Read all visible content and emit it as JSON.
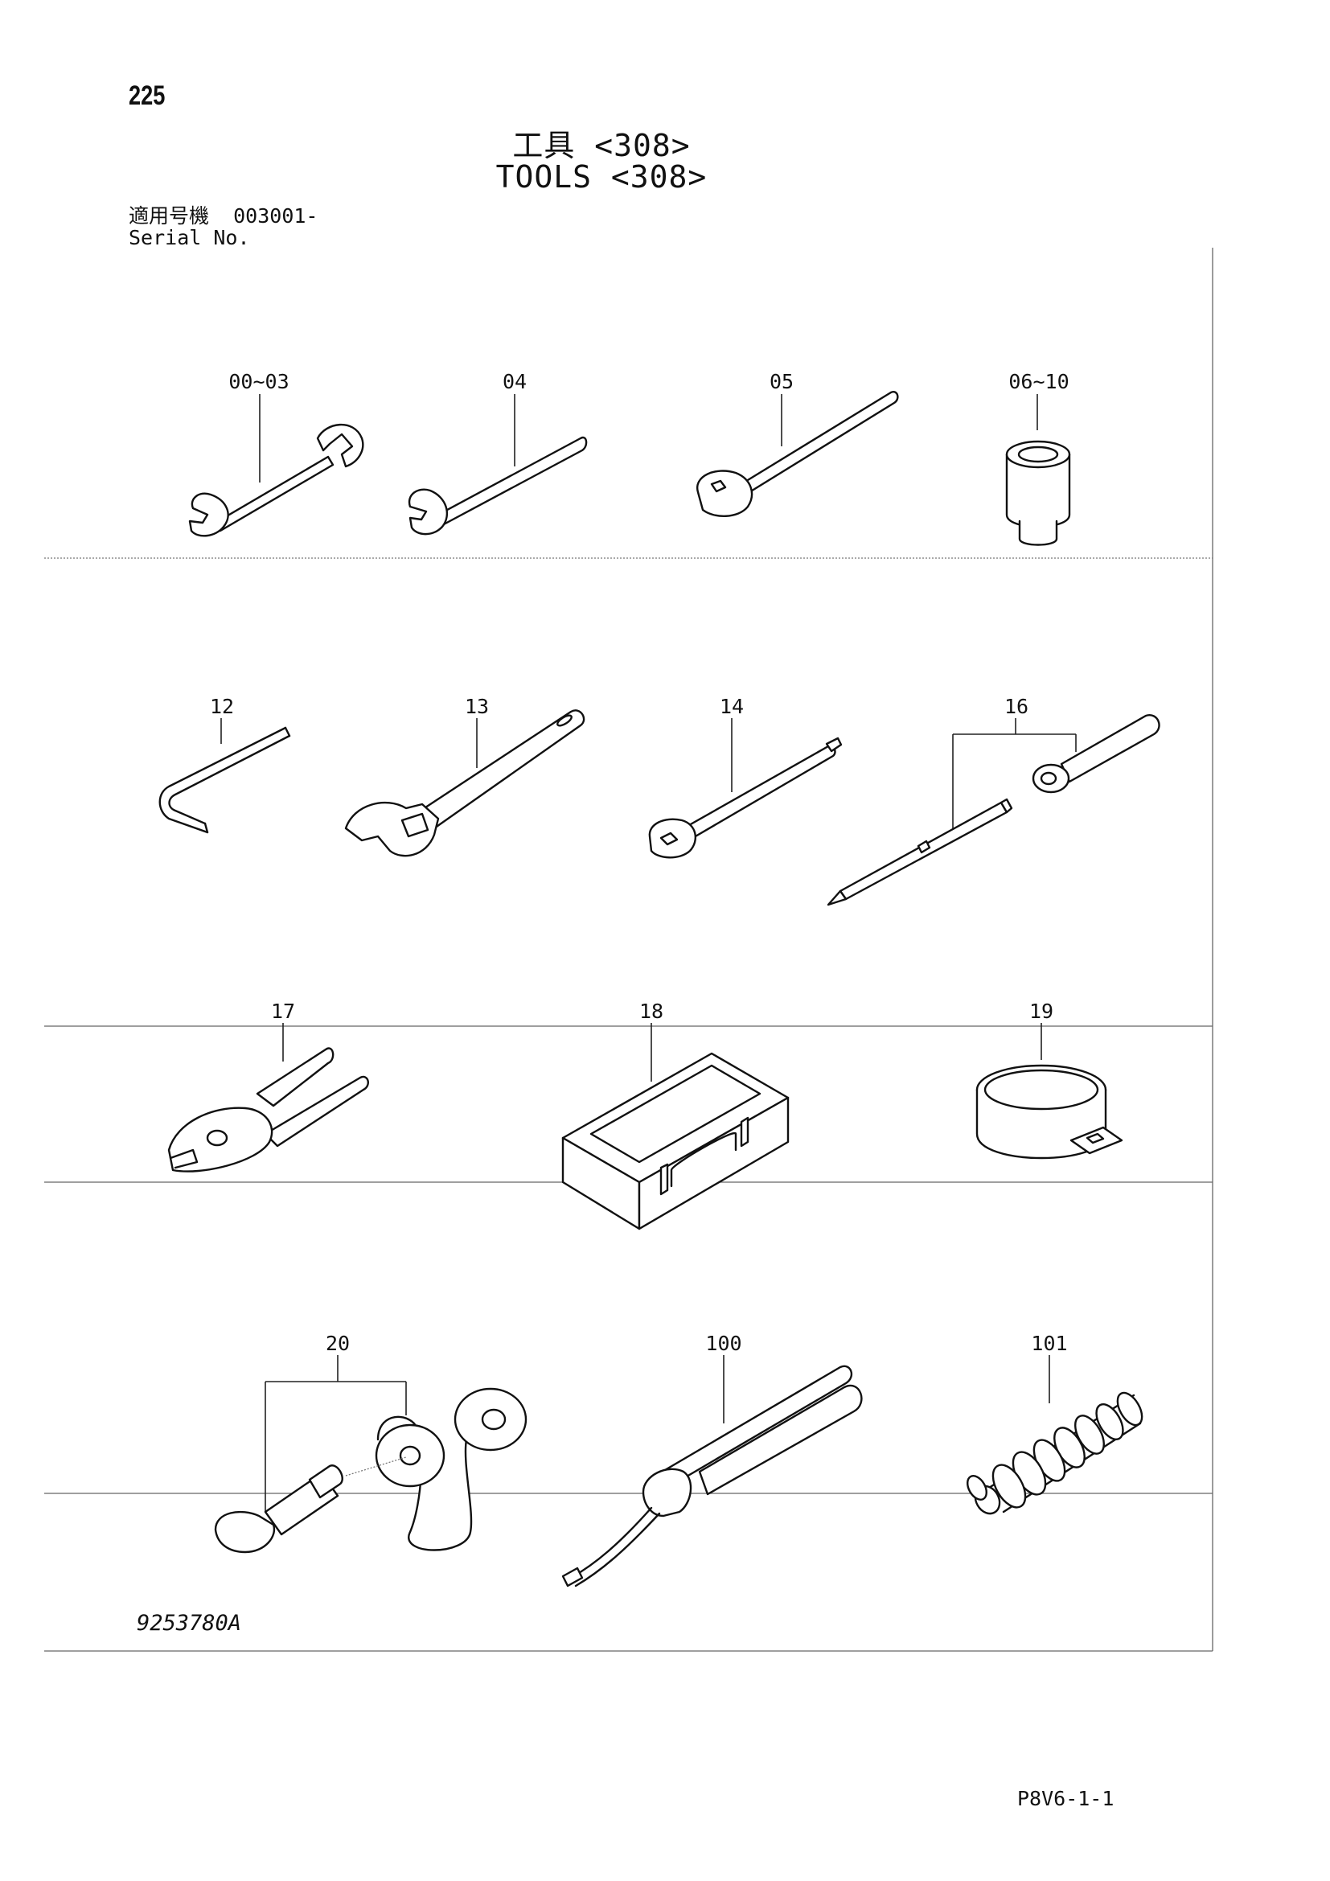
{
  "page_number": "225",
  "title_jp": "工具 <308>",
  "title_en": "TOOLS <308>",
  "serial": {
    "label_jp": "適用号機",
    "value": "003001-",
    "label_en": "Serial No."
  },
  "drawing_code": "9253780A",
  "footer_code": "P8V6-1-1",
  "callouts": [
    {
      "label": "00~03",
      "icon": "open-end-wrench-icon"
    },
    {
      "label": "04",
      "icon": "single-open-wrench-icon"
    },
    {
      "label": "05",
      "icon": "ratchet-handle-icon"
    },
    {
      "label": "06~10",
      "icon": "socket-icon"
    },
    {
      "label": "12",
      "icon": "hex-key-icon"
    },
    {
      "label": "13",
      "icon": "adjustable-wrench-icon"
    },
    {
      "label": "14",
      "icon": "extension-bar-icon"
    },
    {
      "label": "16",
      "icon": "screwdriver-set-icon"
    },
    {
      "label": "17",
      "icon": "pliers-icon"
    },
    {
      "label": "18",
      "icon": "tool-box-icon"
    },
    {
      "label": "19",
      "icon": "filter-wrench-band-icon"
    },
    {
      "label": "20",
      "icon": "shackle-with-pin-icon"
    },
    {
      "label": "100",
      "icon": "grease-gun-icon"
    },
    {
      "label": "101",
      "icon": "spring-icon"
    }
  ]
}
